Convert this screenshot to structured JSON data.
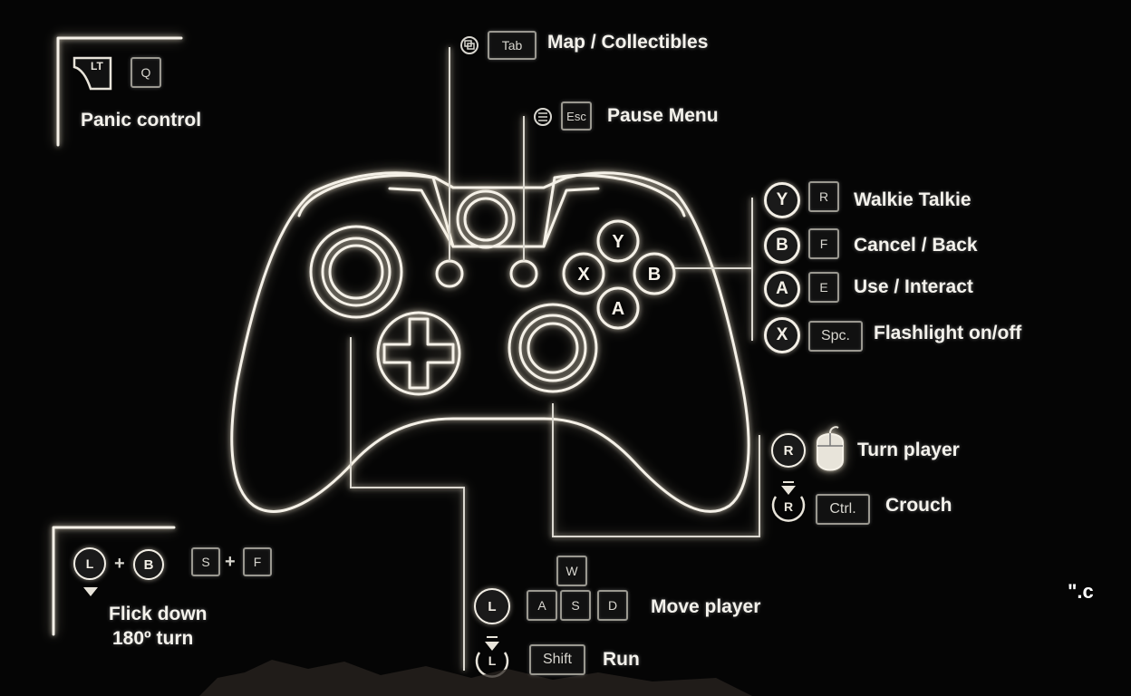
{
  "labels": {
    "map": "Map / Collectibles",
    "pause": "Pause Menu",
    "walkie": "Walkie Talkie",
    "cancel": "Cancel / Back",
    "use": "Use / Interact",
    "flashlight": "Flashlight on/off",
    "turn": "Turn player",
    "crouch": "Crouch",
    "move": "Move player",
    "run": "Run",
    "panic": "Panic control",
    "flick_line1": "Flick down",
    "flick_line2": "180º turn"
  },
  "keys": {
    "tab": "Tab",
    "esc": "Esc",
    "r": "R",
    "f": "F",
    "e": "E",
    "space": "Spc.",
    "ctrl": "Ctrl.",
    "w": "W",
    "a": "A",
    "s": "S",
    "d": "D",
    "shift": "Shift",
    "q": "Q",
    "s2": "S",
    "f2": "F",
    "lt": "LT"
  },
  "pad_buttons": {
    "y": "Y",
    "b": "B",
    "a": "A",
    "x": "X",
    "r": "R",
    "l": "L",
    "plus": "+"
  },
  "corner_text": "\".c"
}
